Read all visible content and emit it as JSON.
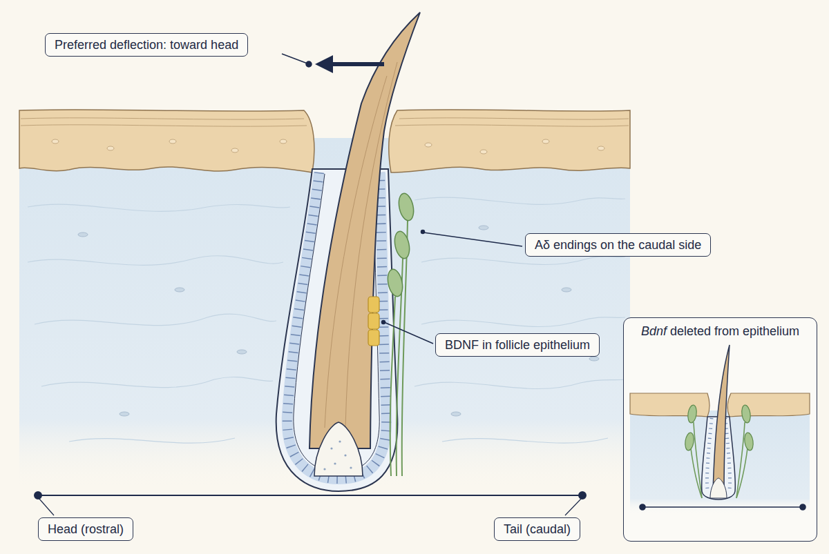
{
  "diagram": {
    "nodes": [
      {
        "text": [
          "Preferred deflection: toward head"
        ]
      },
      {
        "text": [
          "Aδ endings on the caudal side"
        ]
      },
      {
        "text": [
          "BDNF in follicle epithelium"
        ]
      },
      {
        "text": [
          "Bdnf deleted from epithelium"
        ]
      },
      {
        "text": [
          "Head (rostral)"
        ]
      },
      {
        "text": [
          "Tail (caudal)"
        ]
      }
    ]
  }
}
